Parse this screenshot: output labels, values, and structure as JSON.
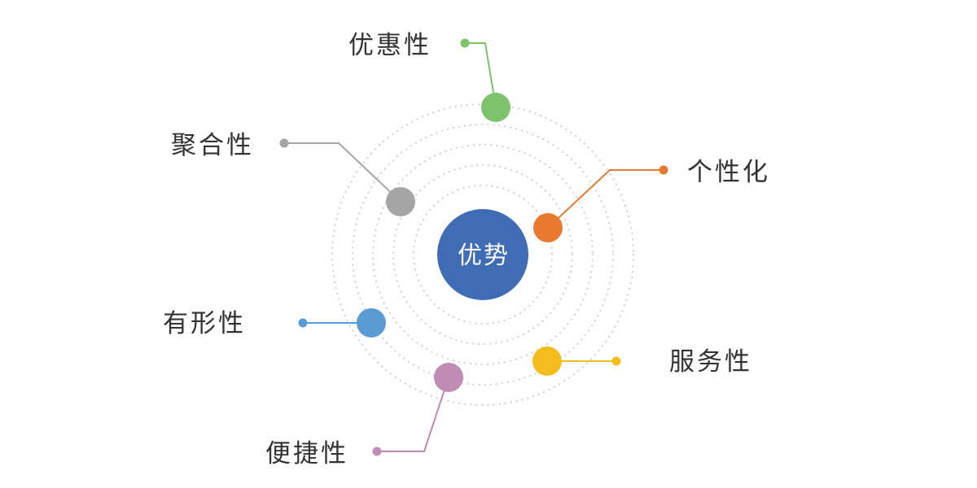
{
  "center": {
    "label": "优势",
    "color": "#3f6cb5"
  },
  "ring_color": "#d9d9d9",
  "nodes": [
    {
      "key": "youhui",
      "label": "优惠性",
      "color": "#7dc36b"
    },
    {
      "key": "gexing",
      "label": "个性化",
      "color": "#e8792f"
    },
    {
      "key": "juhe",
      "label": "聚合性",
      "color": "#a5a5a5"
    },
    {
      "key": "youxing",
      "label": "有形性",
      "color": "#5b9bd5"
    },
    {
      "key": "fuwu",
      "label": "服务性",
      "color": "#f4bc1c"
    },
    {
      "key": "bianjie",
      "label": "便捷性",
      "color": "#c08cb5"
    }
  ]
}
